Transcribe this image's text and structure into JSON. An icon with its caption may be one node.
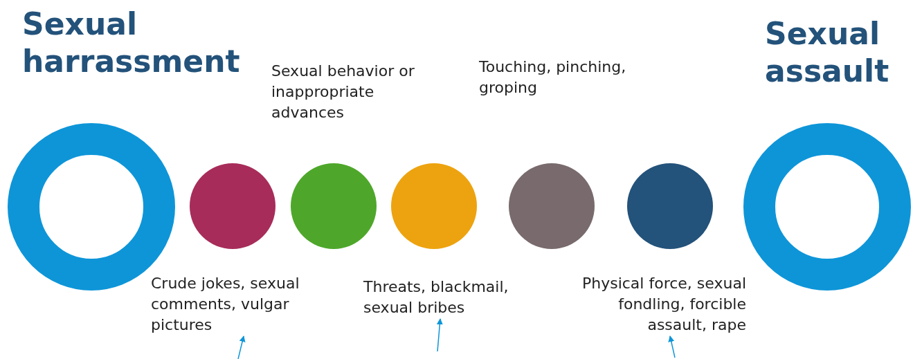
{
  "diagram": {
    "nodes": [
      {
        "text": [
          "Sexual harrassment"
        ]
      },
      {
        "text": [],
        "shape": "circle"
      },
      {
        "text": [],
        "shape": "circle"
      },
      {
        "text": [],
        "shape": "circle"
      },
      {
        "text": [],
        "shape": "circle"
      },
      {
        "text": [],
        "shape": "circle"
      },
      {
        "text": [
          "Sexual assault"
        ]
      },
      {
        "text": [
          "Crude jokes, sexual comments, vulgar pictures"
        ]
      },
      {
        "text": [
          "Threats, blackmail, sexual bribes"
        ]
      },
      {
        "text": [
          "Physical force, sexual fondling, forcible assault, rape"
        ]
      }
    ],
    "edges": [
      {
        "from": null,
        "to": 7,
        "arrow": "to"
      },
      {
        "from": null,
        "to": 8,
        "arrow": "to"
      },
      {
        "from": null,
        "to": 9,
        "arrow": "to"
      }
    ],
    "labels": [
      "Sexual behavior or inappropriate advances",
      "Touching, pinching, groping"
    ]
  }
}
